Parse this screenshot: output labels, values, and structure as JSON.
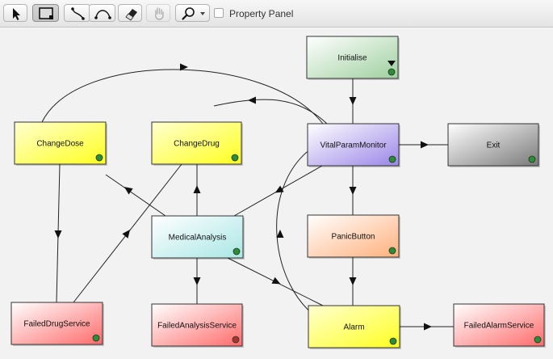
{
  "toolbar": {
    "tools": [
      {
        "name": "select-tool",
        "icon": "pointer-arrow-icon"
      },
      {
        "name": "node-tool",
        "icon": "node-rectangle-icon"
      },
      {
        "name": "straight-edge-tool",
        "icon": "edge-line-icon"
      },
      {
        "name": "curved-edge-tool",
        "icon": "edge-curve-icon"
      },
      {
        "name": "eraser-tool",
        "icon": "eraser-icon"
      },
      {
        "name": "pan-tool",
        "icon": "hand-icon"
      },
      {
        "name": "zoom-tool",
        "icon": "magnifier-icon"
      }
    ],
    "property_panel_label": "Property Panel",
    "property_panel_checked": false
  },
  "diagram": {
    "nodes": [
      {
        "id": "initialise",
        "label": "Initialise",
        "colors": [
          "#ffffff",
          "#9fd09f"
        ],
        "status": "#2e8b3a",
        "marker": true
      },
      {
        "id": "changedose",
        "label": "ChangeDose",
        "colors": [
          "#ffffd0",
          "#ffff20"
        ],
        "status": "#2e8b3a"
      },
      {
        "id": "changedrug",
        "label": "ChangeDrug",
        "colors": [
          "#ffffd0",
          "#ffff20"
        ],
        "status": "#2e8b3a"
      },
      {
        "id": "vitalparammonitor",
        "label": "VitalParamMonitor",
        "colors": [
          "#ffffff",
          "#9b86e8"
        ],
        "status": "#2e8b3a"
      },
      {
        "id": "exit",
        "label": "Exit",
        "colors": [
          "#ffffff",
          "#7a7a7a"
        ],
        "status": "#2e8b3a"
      },
      {
        "id": "medicalanalysis",
        "label": "MedicalAnalysis",
        "colors": [
          "#ffffff",
          "#aae6e6"
        ],
        "status": "#2e8b3a"
      },
      {
        "id": "panicbutton",
        "label": "PanicButton",
        "colors": [
          "#ffffff",
          "#ffb07c"
        ],
        "status": "#2e8b3a"
      },
      {
        "id": "faileddrugservice",
        "label": "FailedDrugService",
        "colors": [
          "#ffffff",
          "#ff6b6b"
        ],
        "status": "#2e8b3a"
      },
      {
        "id": "failedanalysisservice",
        "label": "FailedAnalysisService",
        "colors": [
          "#ffffff",
          "#ff6b6b"
        ],
        "status": "#a33"
      },
      {
        "id": "alarm",
        "label": "Alarm",
        "colors": [
          "#ffffd0",
          "#ffff20"
        ],
        "status": "#2e8b3a"
      },
      {
        "id": "failedalarmservice",
        "label": "FailedAlarmService",
        "colors": [
          "#ffffff",
          "#ff6b6b"
        ],
        "status": "#2e8b3a"
      }
    ],
    "edges": [
      {
        "from": "initialise",
        "to": "vitalparammonitor"
      },
      {
        "from": "vitalparammonitor",
        "to": "exit"
      },
      {
        "from": "vitalparammonitor",
        "to": "panicbutton"
      },
      {
        "from": "vitalparammonitor",
        "to": "medicalanalysis"
      },
      {
        "from": "vitalparammonitor",
        "to": "changedrug"
      },
      {
        "from": "changedose",
        "to": "vitalparammonitor"
      },
      {
        "from": "changedose",
        "to": "faileddrugservice"
      },
      {
        "from": "faileddrugservice",
        "to": "changedrug"
      },
      {
        "from": "medicalanalysis",
        "to": "changedrug"
      },
      {
        "from": "medicalanalysis",
        "to": "changedose"
      },
      {
        "from": "medicalanalysis",
        "to": "failedanalysisservice"
      },
      {
        "from": "medicalanalysis",
        "to": "alarm"
      },
      {
        "from": "panicbutton",
        "to": "alarm"
      },
      {
        "from": "alarm",
        "to": "failedalarmservice"
      },
      {
        "from": "alarm",
        "to": "vitalparammonitor"
      }
    ]
  }
}
